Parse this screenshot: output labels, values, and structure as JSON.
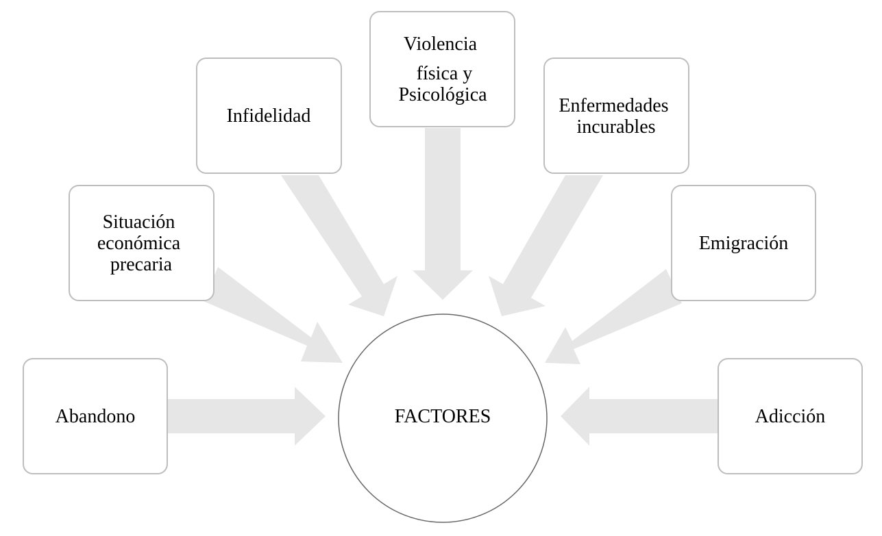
{
  "center": {
    "label": "FACTORES"
  },
  "factors": {
    "abandono": [
      "Abandono"
    ],
    "situacion": [
      "Situación",
      "económica",
      "precaria"
    ],
    "infidelidad": [
      "Infidelidad"
    ],
    "violencia": [
      "Violencia",
      "física y",
      "Psicológica"
    ],
    "enfermedades": [
      "Enfermedades",
      "incurables"
    ],
    "emigracion": [
      "Emigración"
    ],
    "adiccion": [
      "Adicción"
    ]
  },
  "colors": {
    "arrow": "#e6e6e6",
    "box_border": "#bdbdbd",
    "circle_border": "#666666",
    "text": "#000000"
  }
}
